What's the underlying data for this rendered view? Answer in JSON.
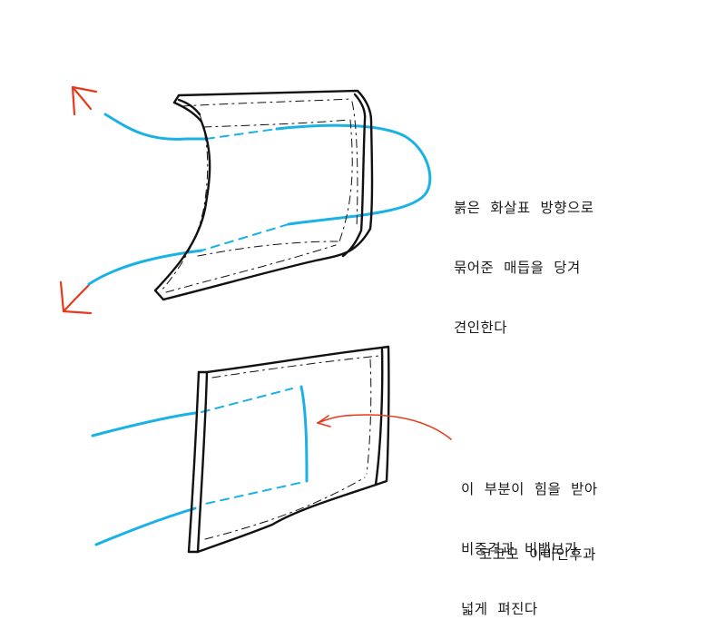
{
  "notes": {
    "top": [
      "붉은  화살표  방향으로",
      "묶어준  매듭을  당겨",
      "견인한다"
    ],
    "bottom": [
      "이  부분이  힘을  받아",
      "비중격과  비밸브가",
      "넓게  펴진다"
    ],
    "caption": "코코모  이비인후과"
  },
  "colors": {
    "outline": "#111111",
    "suture": "#1ab2e6",
    "arrow": "#e8391c"
  },
  "icons": {
    "top_left_arrow": "arrow-up-left-icon",
    "bottom_left_arrow": "arrow-down-left-icon",
    "pointer_arrow": "arrow-left-icon"
  }
}
